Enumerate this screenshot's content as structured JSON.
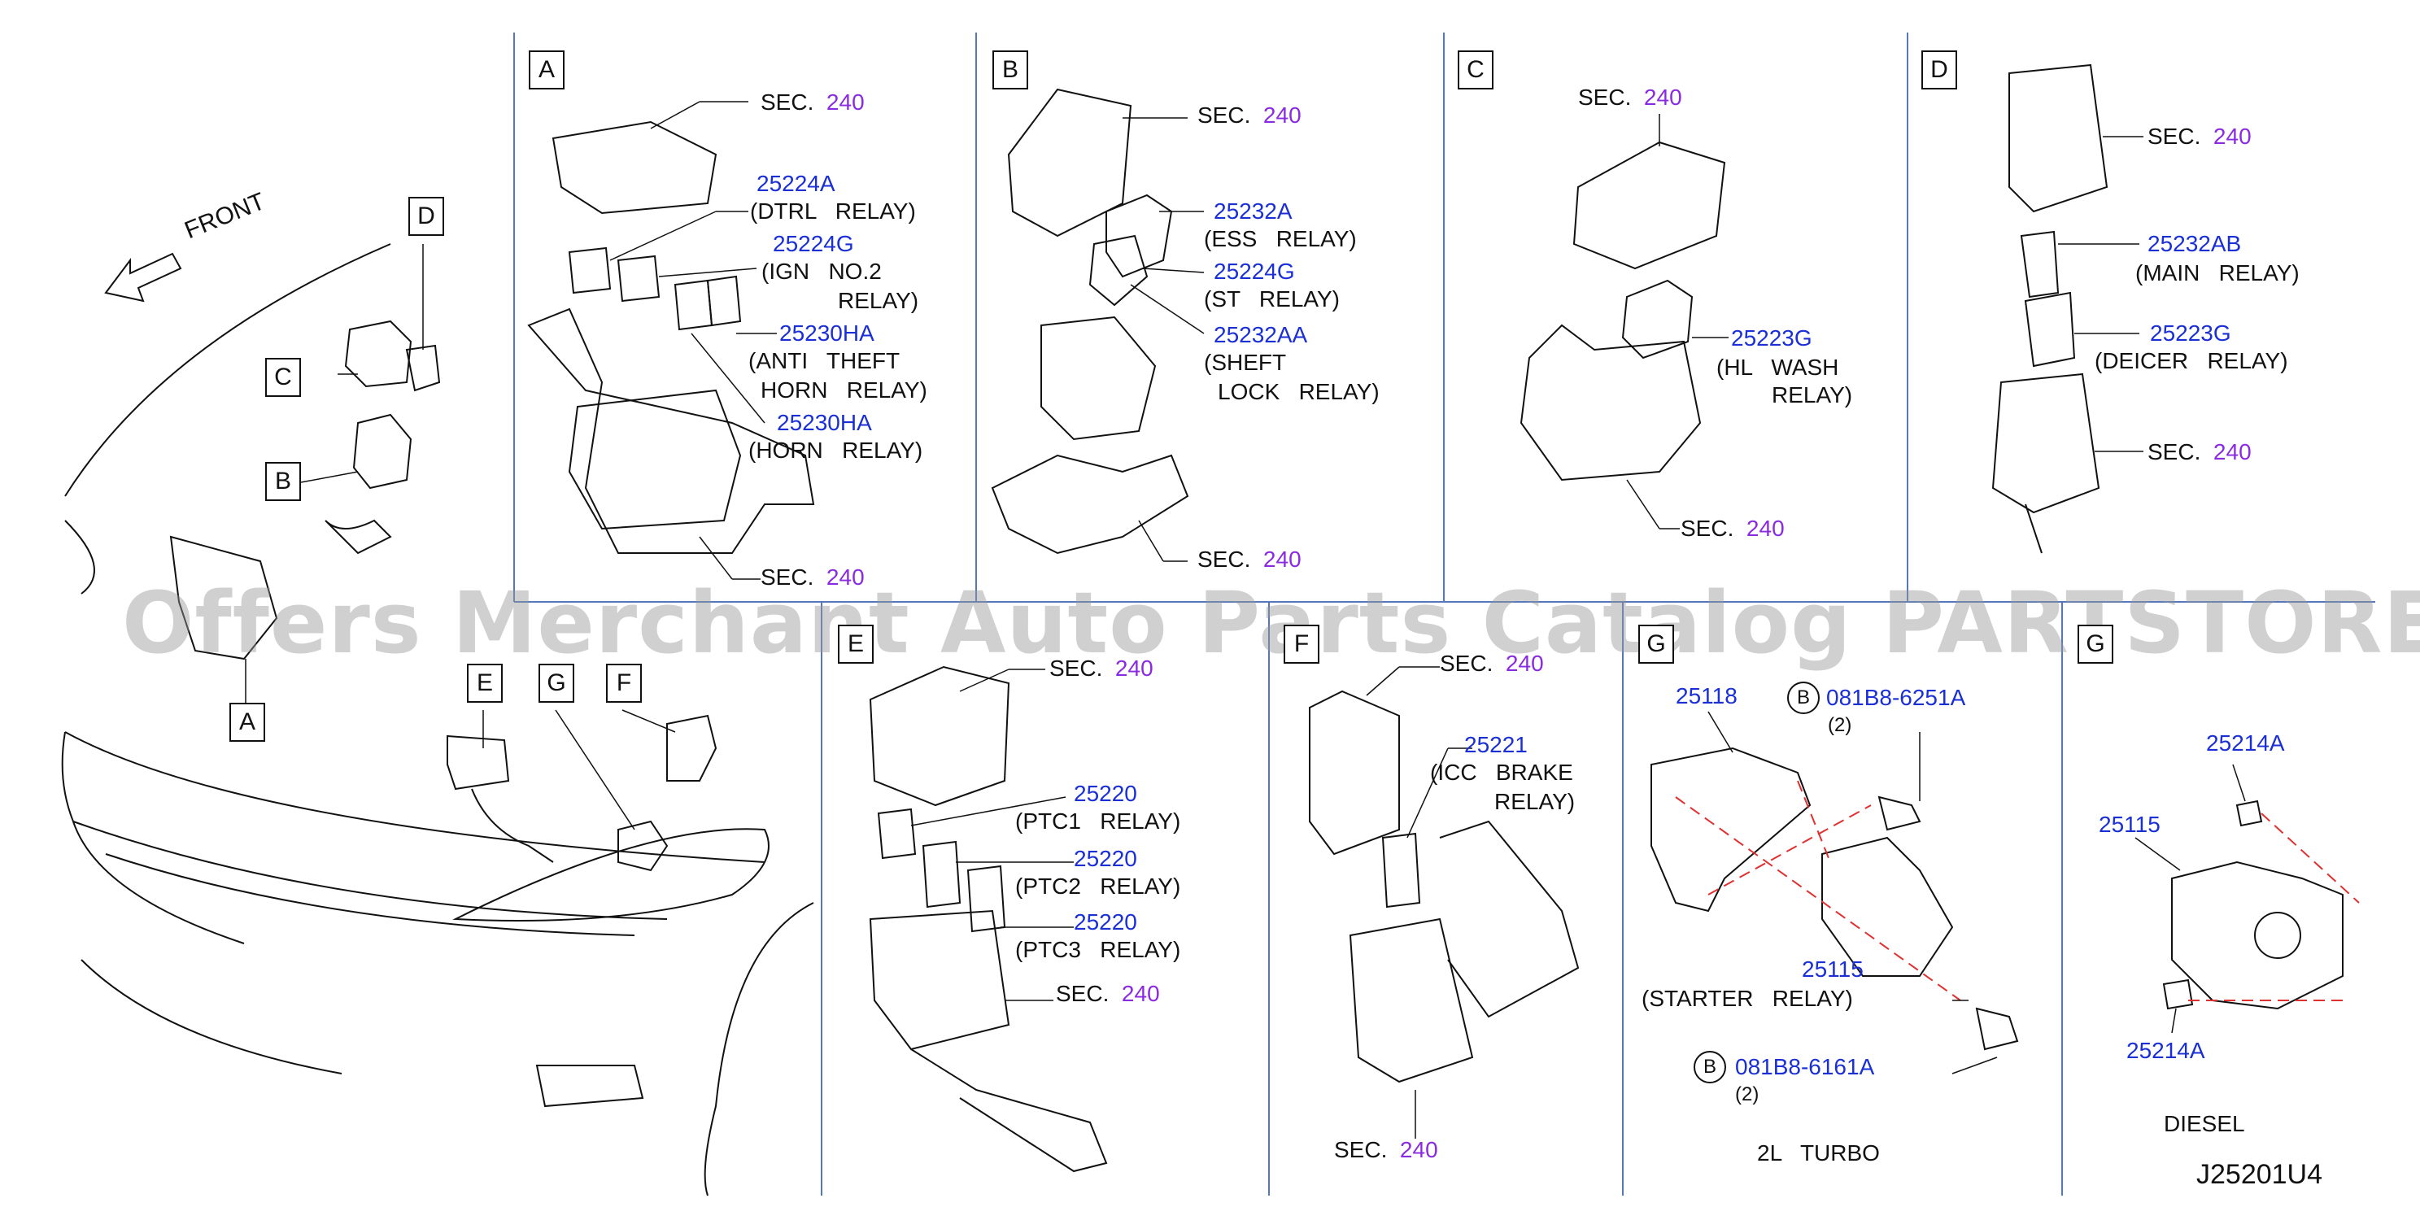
{
  "front_label": "FRONT",
  "overview": {
    "A": "A",
    "B": "B",
    "C": "C",
    "D": "D",
    "E": "E",
    "F": "F",
    "G": "G"
  },
  "panels": {
    "A": {
      "letter": "A",
      "sec_top": "SEC.",
      "sec_top_num": "240",
      "sec_bot": "SEC.",
      "sec_bot_num": "240",
      "items": [
        {
          "part": "25224A",
          "desc": "(DTRL   RELAY)"
        },
        {
          "part": "25224G",
          "desc": "(IGN   NO.2",
          "desc2": "RELAY)"
        },
        {
          "part": "25230HA",
          "desc": "(ANTI   THEFT",
          "desc2": "HORN   RELAY)"
        },
        {
          "part": "25230HA",
          "desc": "(HORN   RELAY)"
        }
      ]
    },
    "B": {
      "letter": "B",
      "sec_top": "SEC.",
      "sec_top_num": "240",
      "sec_bot": "SEC.",
      "sec_bot_num": "240",
      "items": [
        {
          "part": "25232A",
          "desc": "(ESS   RELAY)"
        },
        {
          "part": "25224G",
          "desc": "(ST   RELAY)"
        },
        {
          "part": "25232AA",
          "desc": "(SHEFT",
          "desc2": "LOCK   RELAY)"
        }
      ]
    },
    "C": {
      "letter": "C",
      "sec_top": "SEC.",
      "sec_top_num": "240",
      "sec_bot": "SEC.",
      "sec_bot_num": "240",
      "items": [
        {
          "part": "25223G",
          "desc": "(HL   WASH",
          "desc2": "RELAY)"
        }
      ]
    },
    "D": {
      "letter": "D",
      "sec_top": "SEC.",
      "sec_top_num": "240",
      "sec_bot": "SEC.",
      "sec_bot_num": "240",
      "items": [
        {
          "part": "25232AB",
          "desc": "(MAIN   RELAY)"
        },
        {
          "part": "25223G",
          "desc": "(DEICER   RELAY)"
        }
      ]
    },
    "E": {
      "letter": "E",
      "sec_top": "SEC.",
      "sec_top_num": "240",
      "sec_bot": "SEC.",
      "sec_bot_num": "240",
      "items": [
        {
          "part": "25220",
          "desc": "(PTC1   RELAY)"
        },
        {
          "part": "25220",
          "desc": "(PTC2   RELAY)"
        },
        {
          "part": "25220",
          "desc": "(PTC3   RELAY)"
        }
      ]
    },
    "F": {
      "letter": "F",
      "sec_top": "SEC.",
      "sec_top_num": "240",
      "sec_bot": "SEC.",
      "sec_bot_num": "240",
      "items": [
        {
          "part": "25221",
          "desc": "(ICC   BRAKE",
          "desc2": "RELAY)"
        }
      ]
    },
    "G1": {
      "letter": "G",
      "part_bracket": "25118",
      "bolt1": "081B8-6251A",
      "bolt1_qty": "(2)",
      "bolt_mark": "B",
      "relay_part": "25115",
      "relay_desc": "(STARTER   RELAY)",
      "bolt2": "081B8-6161A",
      "bolt2_qty": "(2)",
      "variant": "2L   TURBO"
    },
    "G2": {
      "letter": "G",
      "part_bolt": "25214A",
      "part_relay": "25115",
      "part_bolt2": "25214A",
      "variant": "DIESEL"
    }
  },
  "diagram_code": "J25201U4",
  "watermark": "Offers Merchant Auto Parts Catalog PARTSTORE.SA",
  "colors": {
    "part_number": "#1a2fd6",
    "section_number": "#8a2be2",
    "divider": "#5577bb",
    "line": "#111111",
    "dash": "#e03030"
  }
}
